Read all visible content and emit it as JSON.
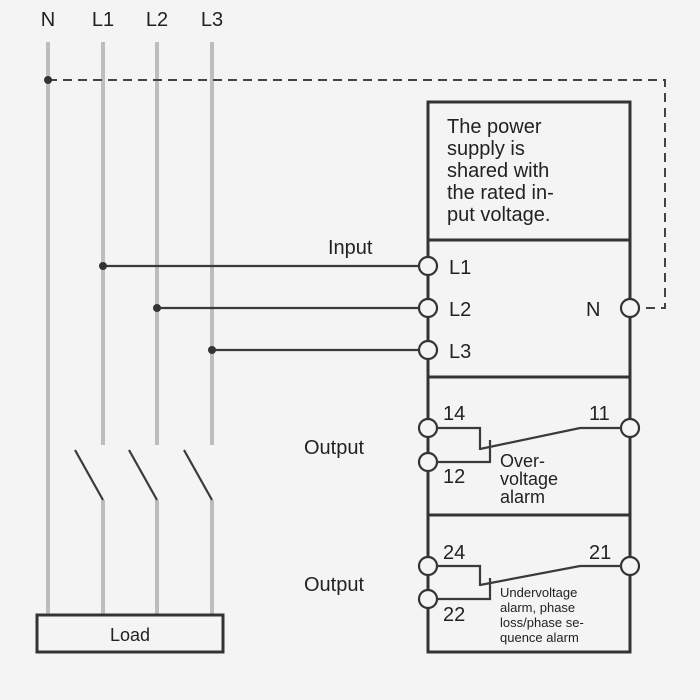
{
  "bus_labels": [
    "N",
    "L1",
    "L2",
    "L3"
  ],
  "device": {
    "supply_note": [
      "The power",
      "supply is",
      "shared with",
      "the rated in-",
      "put voltage."
    ],
    "input_label": "Input",
    "input_terminals": [
      "L1",
      "L2",
      "L3"
    ],
    "neutral_terminal": "N",
    "relay1": {
      "section_label": "Output",
      "terminals": [
        "14",
        "11",
        "12"
      ],
      "alarm_text": [
        "Over-",
        "voltage",
        "alarm"
      ]
    },
    "relay2": {
      "section_label": "Output",
      "terminals": [
        "24",
        "21",
        "22"
      ],
      "alarm_text": [
        "Undervoltage",
        "alarm, phase",
        "loss/phase se-",
        "quence alarm"
      ]
    }
  },
  "load_label": "Load"
}
